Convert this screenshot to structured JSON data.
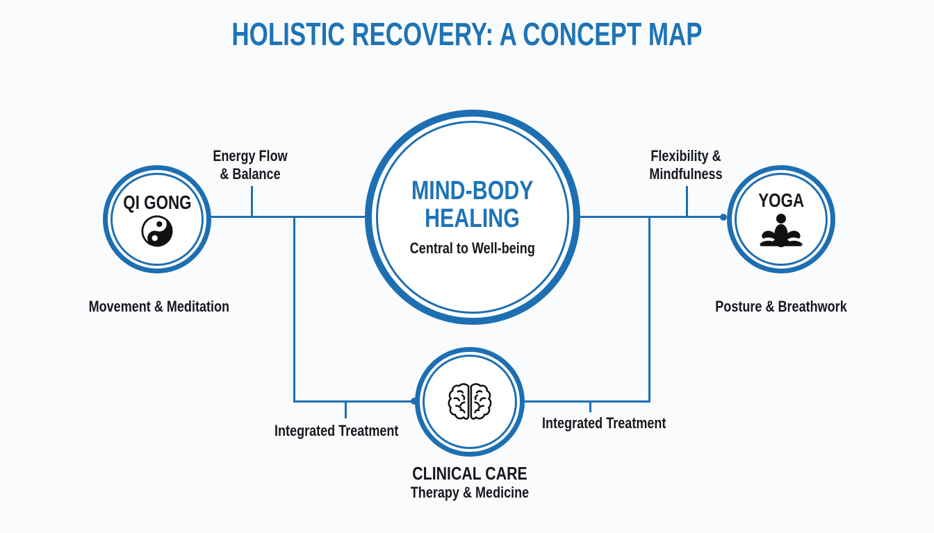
{
  "title": "HOLISTIC RECOVERY: A CONCEPT MAP",
  "colors": {
    "accent": "#1d6fb2",
    "title": "#1e74b6",
    "ink": "#15181c",
    "bg": "#fafbfc"
  },
  "center_node": {
    "title_line1": "MIND-BODY",
    "title_line2": "HEALING",
    "subtitle": "Central to Well-being"
  },
  "nodes": {
    "qigong": {
      "label": "QI GONG",
      "icon": "yin-yang-icon",
      "caption": "Movement & Meditation"
    },
    "yoga": {
      "label": "YOGA",
      "icon": "lotus-meditation-icon",
      "caption": "Posture & Breathwork"
    },
    "clinical": {
      "label": "CLINICAL CARE",
      "icon": "brain-icon",
      "caption": "Therapy & Medicine"
    }
  },
  "edges": {
    "left": {
      "label_line1": "Energy Flow",
      "label_line2": "& Balance"
    },
    "right": {
      "label_line1": "Flexibility &",
      "label_line2": "Mindfulness"
    },
    "bottom_left": {
      "label": "Integrated Treatment"
    },
    "bottom_right": {
      "label": "Integrated Treatment"
    }
  }
}
